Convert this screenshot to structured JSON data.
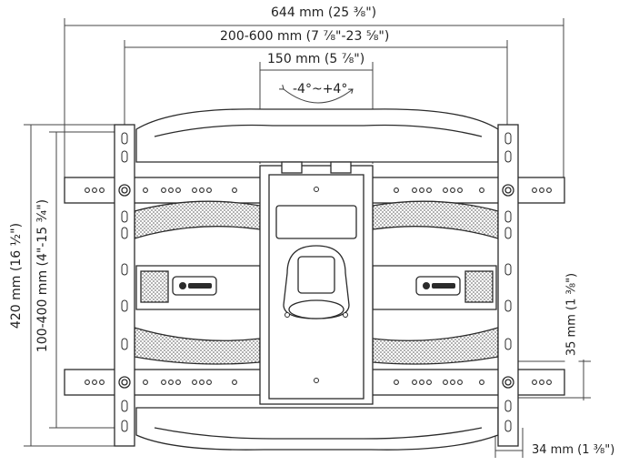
{
  "dimensions": {
    "overall_width": "644 mm (25 ⅜\")",
    "arm_span": "200-600 mm (7 ⅞\"-23 ⅝\")",
    "center_plate": "150 mm (5 ⅞\")",
    "tilt": "-4°~+4°",
    "overall_height": "420 mm (16 ½\")",
    "vesa_height": "100-400 mm (4\"-15 ¾\")",
    "offset_height": "35 mm (1 ⅜\")",
    "profile_depth": "34 mm (1 ⅜\")"
  },
  "colors": {
    "line": "#2b2b2b",
    "hatch": "#9a9a9a",
    "background": "#ffffff"
  }
}
